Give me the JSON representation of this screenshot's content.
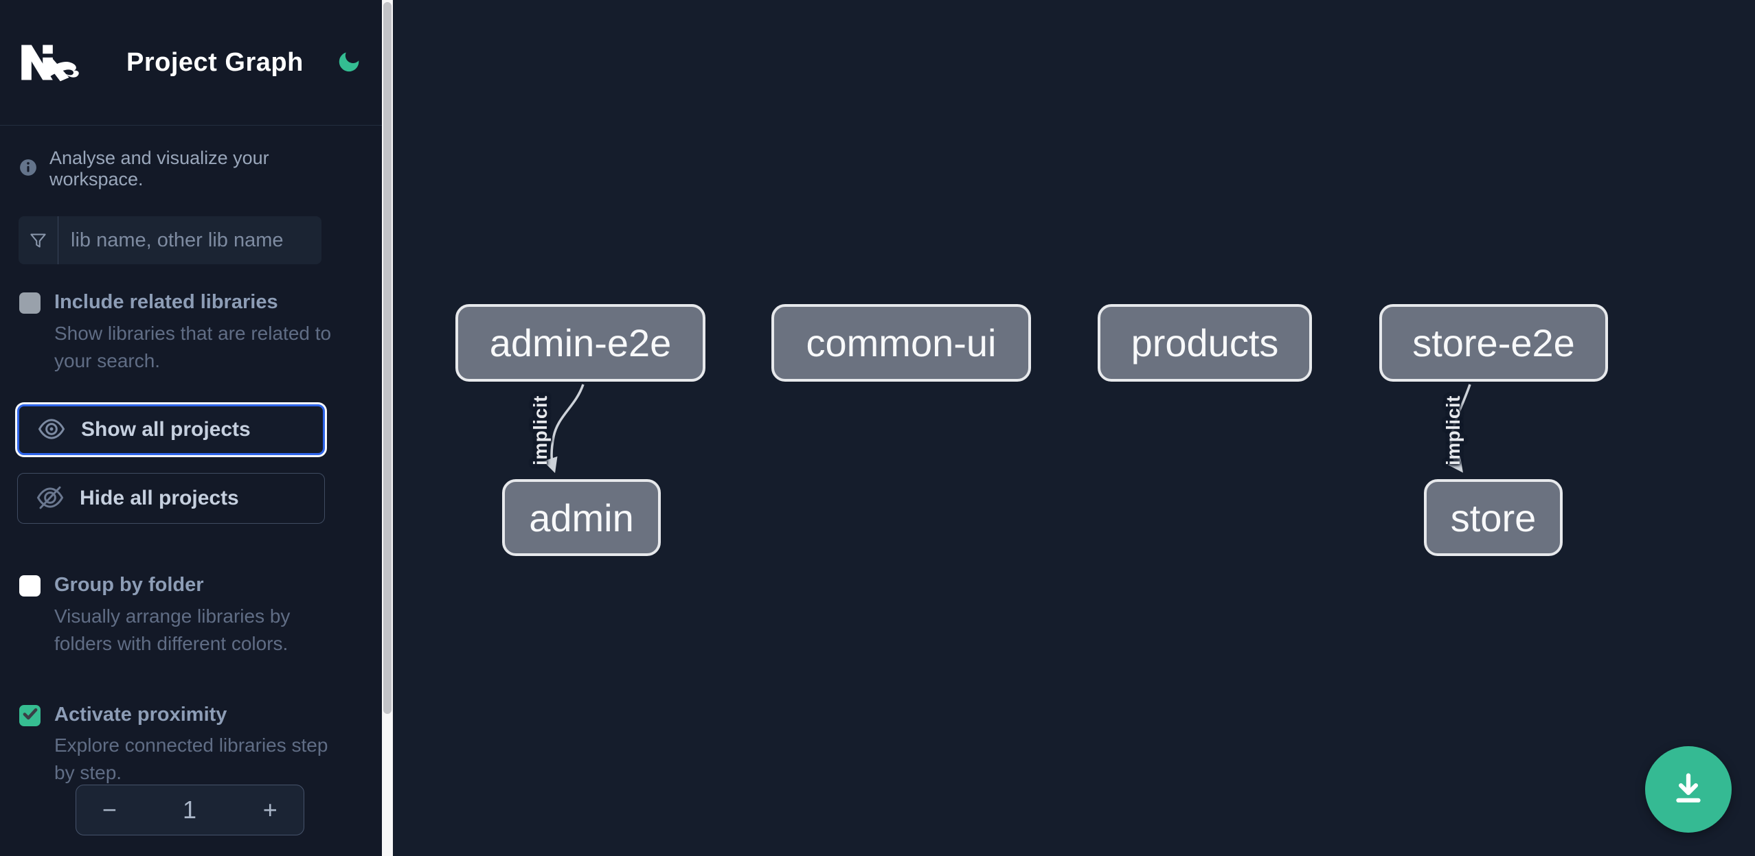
{
  "header": {
    "app_title": "Project Graph",
    "theme_icon": "moon-icon"
  },
  "sidebar": {
    "tagline": "Analyse and visualize your workspace.",
    "filter": {
      "placeholder": "lib name, other lib name",
      "value": "",
      "icon": "funnel-icon"
    },
    "options": [
      {
        "label": "Include related libraries",
        "description": "Show libraries that are related to your search.",
        "checked": false,
        "disabled": true
      },
      {
        "label": "Group by folder",
        "description": "Visually arrange libraries by folders with different colors.",
        "checked": false
      },
      {
        "label": "Activate proximity",
        "description": "Explore connected libraries step by step.",
        "checked": true
      }
    ],
    "buttons": {
      "show_all": "Show all projects",
      "hide_all": "Hide all projects"
    },
    "stepper": {
      "decrement": "−",
      "value": "1",
      "increment": "+"
    }
  },
  "graph": {
    "nodes": [
      {
        "label": "admin-e2e"
      },
      {
        "label": "common-ui"
      },
      {
        "label": "products"
      },
      {
        "label": "store-e2e"
      },
      {
        "label": "admin"
      },
      {
        "label": "store"
      }
    ],
    "edges": [
      {
        "source": "admin-e2e",
        "target": "admin",
        "label": "implicit"
      },
      {
        "source": "store-e2e",
        "target": "store",
        "label": "implicit"
      }
    ]
  },
  "colors": {
    "sidebar_bg": "#131927",
    "canvas_bg": "#151d2c",
    "accent_green": "#35ba93",
    "focus_blue": "#2e64e8",
    "node_fill": "#6b7280",
    "node_border": "#e7e9ec",
    "edge_stroke": "#cdd2d9"
  }
}
